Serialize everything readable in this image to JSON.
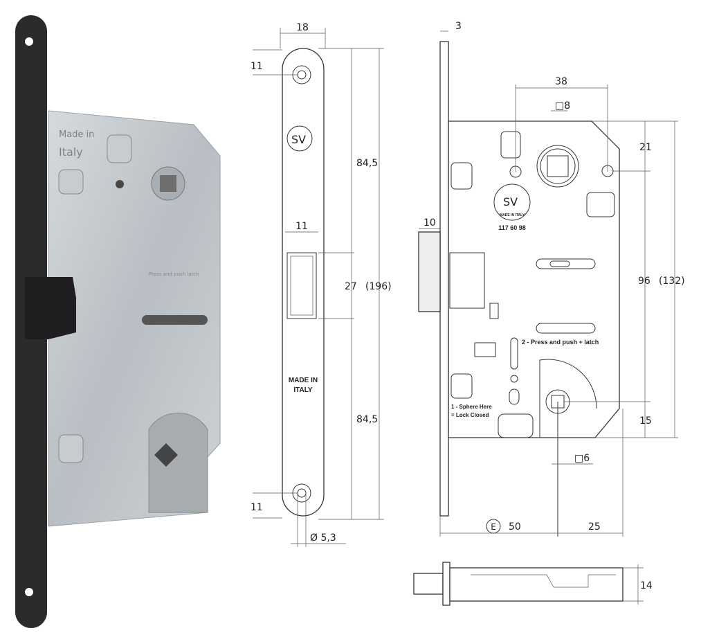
{
  "photo": {
    "engraving_line1": "Made in",
    "engraving_line2": "Italy",
    "engraving_arrow_text": "Press and push latch"
  },
  "faceplate": {
    "width": "18",
    "top_hole_offset": "11",
    "upper_span": "84,5",
    "latch_width": "11",
    "latch_height": "27",
    "total_length": "(196)",
    "lower_span": "84,5",
    "bottom_hole_offset": "11",
    "hole_diameter": "Ø 5,3",
    "marking_line1": "MADE IN",
    "marking_line2": "ITALY"
  },
  "body_drawing": {
    "plate_thickness": "3",
    "hole_spacing": "38",
    "follower_square": "□8",
    "top_offset": "21",
    "center_distance": "96",
    "body_height": "(132)",
    "latch_projection": "10",
    "bottom_offset": "15",
    "key_square": "□6",
    "backset_symbol": "E",
    "backset": "50",
    "bottom_to_edge": "25",
    "logo_text": "SV",
    "logo_ring_text": "MADE IN ITALY",
    "part_number": "117 60 98",
    "instruction_2": "2 - Press and push + latch",
    "instruction_1a": "1 - Sphere Here",
    "instruction_1b": "= Lock Closed"
  },
  "side_view": {
    "thickness": "14"
  }
}
